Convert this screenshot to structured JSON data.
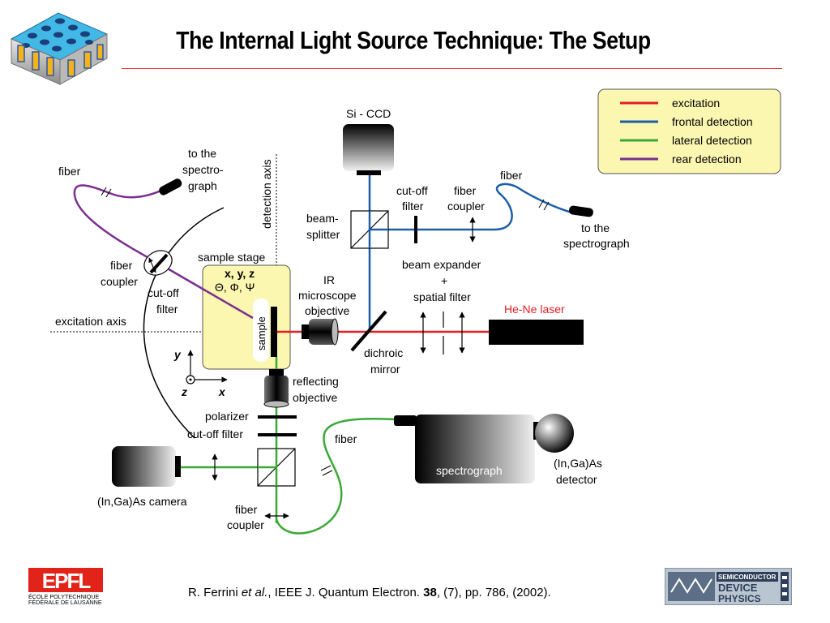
{
  "title": "The Internal Light Source Technique: The Setup",
  "legend": [
    {
      "label": "excitation",
      "color": "#e31e24"
    },
    {
      "label": "frontal detection",
      "color": "#1c5fa8"
    },
    {
      "label": "lateral detection",
      "color": "#3aa935"
    },
    {
      "label": "rear detection",
      "color": "#7b2f8e"
    }
  ],
  "labels": {
    "si_ccd": "Si - CCD",
    "beam": "beam-",
    "splitter": "splitter",
    "cutoff_top_1": "cut-off",
    "cutoff_top_2": "filter",
    "fiber_coupler_top_1": "fiber",
    "fiber_coupler_top_2": "coupler",
    "fiber_top_right": "fiber",
    "to_the_1": "to the",
    "spectrograph_right": "spectrograph",
    "beam_expander": "beam expander",
    "plus": "+",
    "spatial_filter": "spatial filter",
    "he_ne_laser": "He-Ne laser",
    "ir_1": "IR",
    "ir_2": "microscope",
    "ir_3": "objective",
    "dichroic_1": "dichroic",
    "dichroic_2": "mirror",
    "fiber_left": "fiber",
    "to_the_spectro_1": "to the",
    "to_the_spectro_2": "spectro-",
    "to_the_spectro_3": "graph",
    "detection_axis": "detection axis",
    "fiber_coupler_left_1": "fiber",
    "fiber_coupler_left_2": "coupler",
    "cutoff_left_1": "cut-off",
    "cutoff_left_2": "filter",
    "sample_stage": "sample stage",
    "stage_xyz": "x, y, z",
    "stage_angles": "Θ, Φ, Ψ",
    "sample": "sample",
    "excitation_axis": "excitation axis",
    "axis_y": "y",
    "axis_z": "z",
    "axis_x": "x",
    "reflecting_1": "reflecting",
    "reflecting_2": "objective",
    "polarizer": "polarizer",
    "cutoff_filter": "cut-off filter",
    "fiber_bottom": "fiber",
    "spectrograph": "spectrograph",
    "detector_1": "(In,Ga)As",
    "detector_2": "detector",
    "camera": "(In,Ga)As camera",
    "fiber_coupler_bottom_1": "fiber",
    "fiber_coupler_bottom_2": "coupler"
  },
  "citation": {
    "authors": "R. Ferrini ",
    "etal": "et al.",
    "journal": ", IEEE J. Quantum Electron. ",
    "volume": "38",
    "rest": ", (7), pp. 786, (2002)."
  },
  "logos": {
    "epfl_mark": "EPFL",
    "epfl_line1": "ÉCOLE POLYTECHNIQUE",
    "epfl_line2": "FÉDÉRALE DE LAUSANNE",
    "sdp_line1": "SEMICONDUCTOR",
    "sdp_line2": "DEVICE",
    "sdp_line3": "PHYSICS"
  }
}
